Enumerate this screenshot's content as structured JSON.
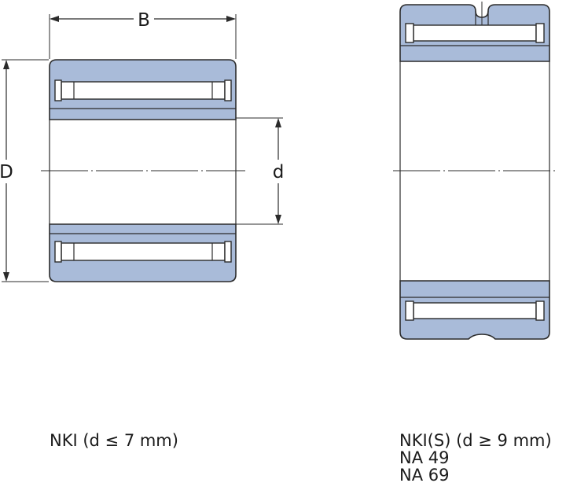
{
  "dimensions": {
    "width_label": "B",
    "outer_diameter_label": "D",
    "bore_label": "d"
  },
  "captions": {
    "left": "NKI (d ≤ 7 mm)",
    "right": [
      "NKI(S) (d ≥ 9 mm)",
      "NA 49",
      "NA 69"
    ]
  },
  "colors": {
    "steel": "#a9bbd9",
    "outline": "#2b2b2b"
  }
}
